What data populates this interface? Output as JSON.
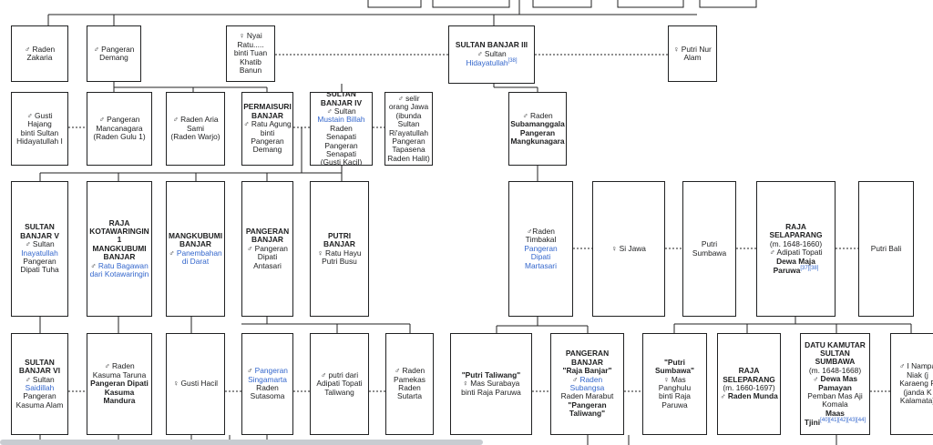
{
  "symbols": {
    "male": "♂",
    "female": "♀"
  },
  "people": [
    {
      "id": "raden-zakaria",
      "lines": [
        {
          "t": "♂ Raden"
        },
        {
          "t": "Zakaria"
        }
      ]
    },
    {
      "id": "pangeran-demang",
      "lines": [
        {
          "t": "♂ Pangeran"
        },
        {
          "t": "Demang"
        }
      ]
    },
    {
      "id": "nyai-ratu",
      "lines": [
        {
          "t": "♀ Nyai"
        },
        {
          "t": "Ratu....."
        },
        {
          "t": "binti Tuan"
        },
        {
          "t": "Khatib Banun"
        }
      ]
    },
    {
      "id": "sultan-banjar-iii",
      "lines": [
        {
          "t": "SULTAN BANJAR III",
          "b": true
        },
        {
          "t": "♂ Sultan ",
          "k": "Hidayatullah",
          "sup": "[38]"
        }
      ]
    },
    {
      "id": "putri-nur-alam",
      "lines": [
        {
          "t": "♀ Putri Nur"
        },
        {
          "t": "Alam"
        }
      ]
    },
    {
      "id": "gusti-hajang",
      "lines": [
        {
          "t": "♂ Gusti Hajang"
        },
        {
          "t": "binti Sultan"
        },
        {
          "t": "Hidayatullah I"
        }
      ]
    },
    {
      "id": "pangeran-mancanagara",
      "lines": [
        {
          "t": "♂ Pangeran"
        },
        {
          "t": "Mancanagara"
        },
        {
          "t": "(Raden Gulu 1)"
        }
      ]
    },
    {
      "id": "raden-aria-sami",
      "lines": [
        {
          "t": "♂ Raden Aria"
        },
        {
          "t": "Sami"
        },
        {
          "t": "(Raden Warjo)"
        }
      ]
    },
    {
      "id": "permaisuri-banjar",
      "lines": [
        {
          "t": "PERMAISURI",
          "b": true
        },
        {
          "t": "BANJAR",
          "b": true
        },
        {
          "t": "♂ Ratu Agung"
        },
        {
          "t": "binti"
        },
        {
          "t": "Pangeran"
        },
        {
          "t": "Demang"
        }
      ]
    },
    {
      "id": "sultan-banjar-iv",
      "lines": [
        {
          "t": "SULTAN",
          "b": true
        },
        {
          "t": "BANJAR IV",
          "b": true
        },
        {
          "t": "♂ Sultan"
        },
        {
          "k": "Mustain Billah"
        },
        {
          "t": "Raden"
        },
        {
          "t": "Senapati"
        },
        {
          "t": "Pangeran"
        },
        {
          "t": "Senapati"
        },
        {
          "t": "(Gusti Kacil)"
        }
      ]
    },
    {
      "id": "selir-orang-jawa",
      "lines": [
        {
          "t": "♂ selir"
        },
        {
          "t": "orang Jawa"
        },
        {
          "t": "(ibunda"
        },
        {
          "t": "Sultan"
        },
        {
          "t": "Ri'ayatullah"
        },
        {
          "t": "Pangeran"
        },
        {
          "t": "Tapasena"
        },
        {
          "t": "Raden Halit)"
        }
      ]
    },
    {
      "id": "raden-subamanggala",
      "lines": [
        {
          "t": "♂ Raden"
        },
        {
          "t": "Subamanggala",
          "b": true
        },
        {
          "t": "Pangeran",
          "b": true
        },
        {
          "t": "Mangkunagara",
          "b": true
        }
      ]
    },
    {
      "id": "sultan-banjar-v",
      "lines": [
        {
          "t": "SULTAN",
          "b": true
        },
        {
          "t": "BANJAR V",
          "b": true
        },
        {
          "t": "♂ Sultan"
        },
        {
          "k": "Inayatullah"
        },
        {
          "t": "Pangeran"
        },
        {
          "t": "Dipati Tuha"
        }
      ]
    },
    {
      "id": "raja-kotawaringin",
      "lines": [
        {
          "t": "RAJA",
          "b": true
        },
        {
          "t": "KOTAWARINGIN",
          "b": true
        },
        {
          "t": "1",
          "b": true
        },
        {
          "t": "MANGKUBUMI",
          "b": true
        },
        {
          "t": "BANJAR",
          "b": true
        },
        {
          "t": "♂ ",
          "k": "Ratu Bagawan"
        },
        {
          "k": "dari Kotawaringin"
        }
      ]
    },
    {
      "id": "mangkubumi-banjar",
      "lines": [
        {
          "t": "MANGKUBUMI",
          "b": true
        },
        {
          "t": "BANJAR",
          "b": true
        },
        {
          "t": "♂ ",
          "k": "Panembahan"
        },
        {
          "k": "di Darat"
        }
      ]
    },
    {
      "id": "pangeran-banjar-antasari",
      "lines": [
        {
          "t": "PANGERAN",
          "b": true
        },
        {
          "t": "BANJAR",
          "b": true
        },
        {
          "t": "♂ Pangeran"
        },
        {
          "t": "Dipati"
        },
        {
          "t": "Antasari"
        }
      ]
    },
    {
      "id": "putri-banjar",
      "lines": [
        {
          "t": "PUTRI",
          "b": true
        },
        {
          "t": "BANJAR",
          "b": true
        },
        {
          "t": "♀ Ratu Hayu"
        },
        {
          "t": "Putri Busu"
        }
      ]
    },
    {
      "id": "raden-timbakal",
      "lines": [
        {
          "t": "♂Raden"
        },
        {
          "t": "Timbakal"
        },
        {
          "k": "Pangeran"
        },
        {
          "k": "Dipati"
        },
        {
          "k": "Martasari"
        }
      ]
    },
    {
      "id": "si-jawa",
      "lines": [
        {
          "t": "♀ Si Jawa"
        }
      ]
    },
    {
      "id": "putri-sumbawa",
      "lines": [
        {
          "t": "Putri"
        },
        {
          "t": "Sumbawa"
        }
      ]
    },
    {
      "id": "raja-selaparang",
      "lines": [
        {
          "t": "RAJA",
          "b": true
        },
        {
          "t": "SELAPARANG",
          "b": true
        },
        {
          "t": "(m. 1648-1660)"
        },
        {
          "t": "♂ Adipati Topati"
        },
        {
          "t": "Dewa Maja",
          "b": true
        },
        {
          "t": "Paruwa",
          "b": true,
          "sup": "[37][38]"
        }
      ]
    },
    {
      "id": "putri-bali",
      "lines": [
        {
          "t": "Putri Bali"
        }
      ]
    },
    {
      "id": "sultan-banjar-vi",
      "lines": [
        {
          "t": "SULTAN",
          "b": true
        },
        {
          "t": "BANJAR VI",
          "b": true
        },
        {
          "t": "♂ Sultan"
        },
        {
          "k": "Saidillah"
        },
        {
          "t": "Pangeran"
        },
        {
          "t": "Kasuma Alam"
        }
      ]
    },
    {
      "id": "raden-kasuma-taruna",
      "lines": [
        {
          "t": "♂ Raden"
        },
        {
          "t": "Kasuma Taruna"
        },
        {
          "t": "Pangeran Dipati",
          "b": true
        },
        {
          "t": "Kasuma",
          "b": true
        },
        {
          "t": "Mandura",
          "b": true
        }
      ]
    },
    {
      "id": "gusti-hacil",
      "lines": [
        {
          "t": "♀ Gusti Hacil"
        }
      ]
    },
    {
      "id": "pangeran-singamarta",
      "lines": [
        {
          "t": "♂ ",
          "k": "Pangeran"
        },
        {
          "k": "Singamarta"
        },
        {
          "t": "Raden"
        },
        {
          "t": "Sutasoma"
        }
      ]
    },
    {
      "id": "putri-adipati-topati",
      "lines": [
        {
          "t": "♂ putri dari"
        },
        {
          "t": "Adipati Topati"
        },
        {
          "t": "Taliwang"
        }
      ]
    },
    {
      "id": "raden-pamekas",
      "lines": [
        {
          "t": "♂ Raden"
        },
        {
          "t": "Pamekas"
        },
        {
          "t": "Raden"
        },
        {
          "t": "Sutarta"
        }
      ]
    },
    {
      "id": "putri-taliwang",
      "lines": [
        {
          "t": "\"Putri Taliwang\"",
          "b": true
        },
        {
          "t": "♀ Mas Surabaya"
        },
        {
          "t": "binti Raja Paruwa"
        }
      ]
    },
    {
      "id": "pangeran-banjar-raja",
      "lines": [
        {
          "t": "PANGERAN",
          "b": true
        },
        {
          "t": "BANJAR",
          "b": true
        },
        {
          "t": "\"Raja Banjar\"",
          "b": true
        },
        {
          "t": "♂ ",
          "k": "Raden"
        },
        {
          "k": "Subangsa"
        },
        {
          "t": "Raden Marabut"
        },
        {
          "t": "\"Pangeran",
          "b": true
        },
        {
          "t": "Taliwang\"",
          "b": true
        }
      ]
    },
    {
      "id": "putri-sumbawa-2",
      "lines": [
        {
          "t": "\"Putri",
          "b": true
        },
        {
          "t": "Sumbawa\"",
          "b": true
        },
        {
          "t": "♀ Mas"
        },
        {
          "t": "Panghulu"
        },
        {
          "t": "binti Raja"
        },
        {
          "t": "Paruwa"
        }
      ]
    },
    {
      "id": "raja-seleparang",
      "lines": [
        {
          "t": "RAJA",
          "b": true
        },
        {
          "t": "SELEPARANG",
          "b": true
        },
        {
          "t": "(m. 1660-1697)"
        },
        {
          "t": "♂ Raden Munda",
          "b": true
        }
      ]
    },
    {
      "id": "datu-kamutar",
      "lines": [
        {
          "t": "DATU KAMUTAR",
          "b": true
        },
        {
          "t": "SULTAN",
          "b": true
        },
        {
          "t": "SUMBAWA",
          "b": true
        },
        {
          "t": "(m. 1648-1668)"
        },
        {
          "t": "♂ Dewa Mas",
          "b": true
        },
        {
          "t": "Pamayan",
          "b": true
        },
        {
          "t": "Pemban Mas Aji"
        },
        {
          "t": "Komala"
        },
        {
          "t": "Maas",
          "b": true
        },
        {
          "t": "Tjini",
          "b": true,
          "sup": "[40][41][42][43][44]"
        }
      ]
    },
    {
      "id": "i-nampa",
      "lines": [
        {
          "t": "♂ I Nampa"
        },
        {
          "t": "Niak (j"
        },
        {
          "t": "Karaeng P"
        },
        {
          "t": "(janda K"
        },
        {
          "t": "Kalamata)"
        }
      ]
    }
  ]
}
